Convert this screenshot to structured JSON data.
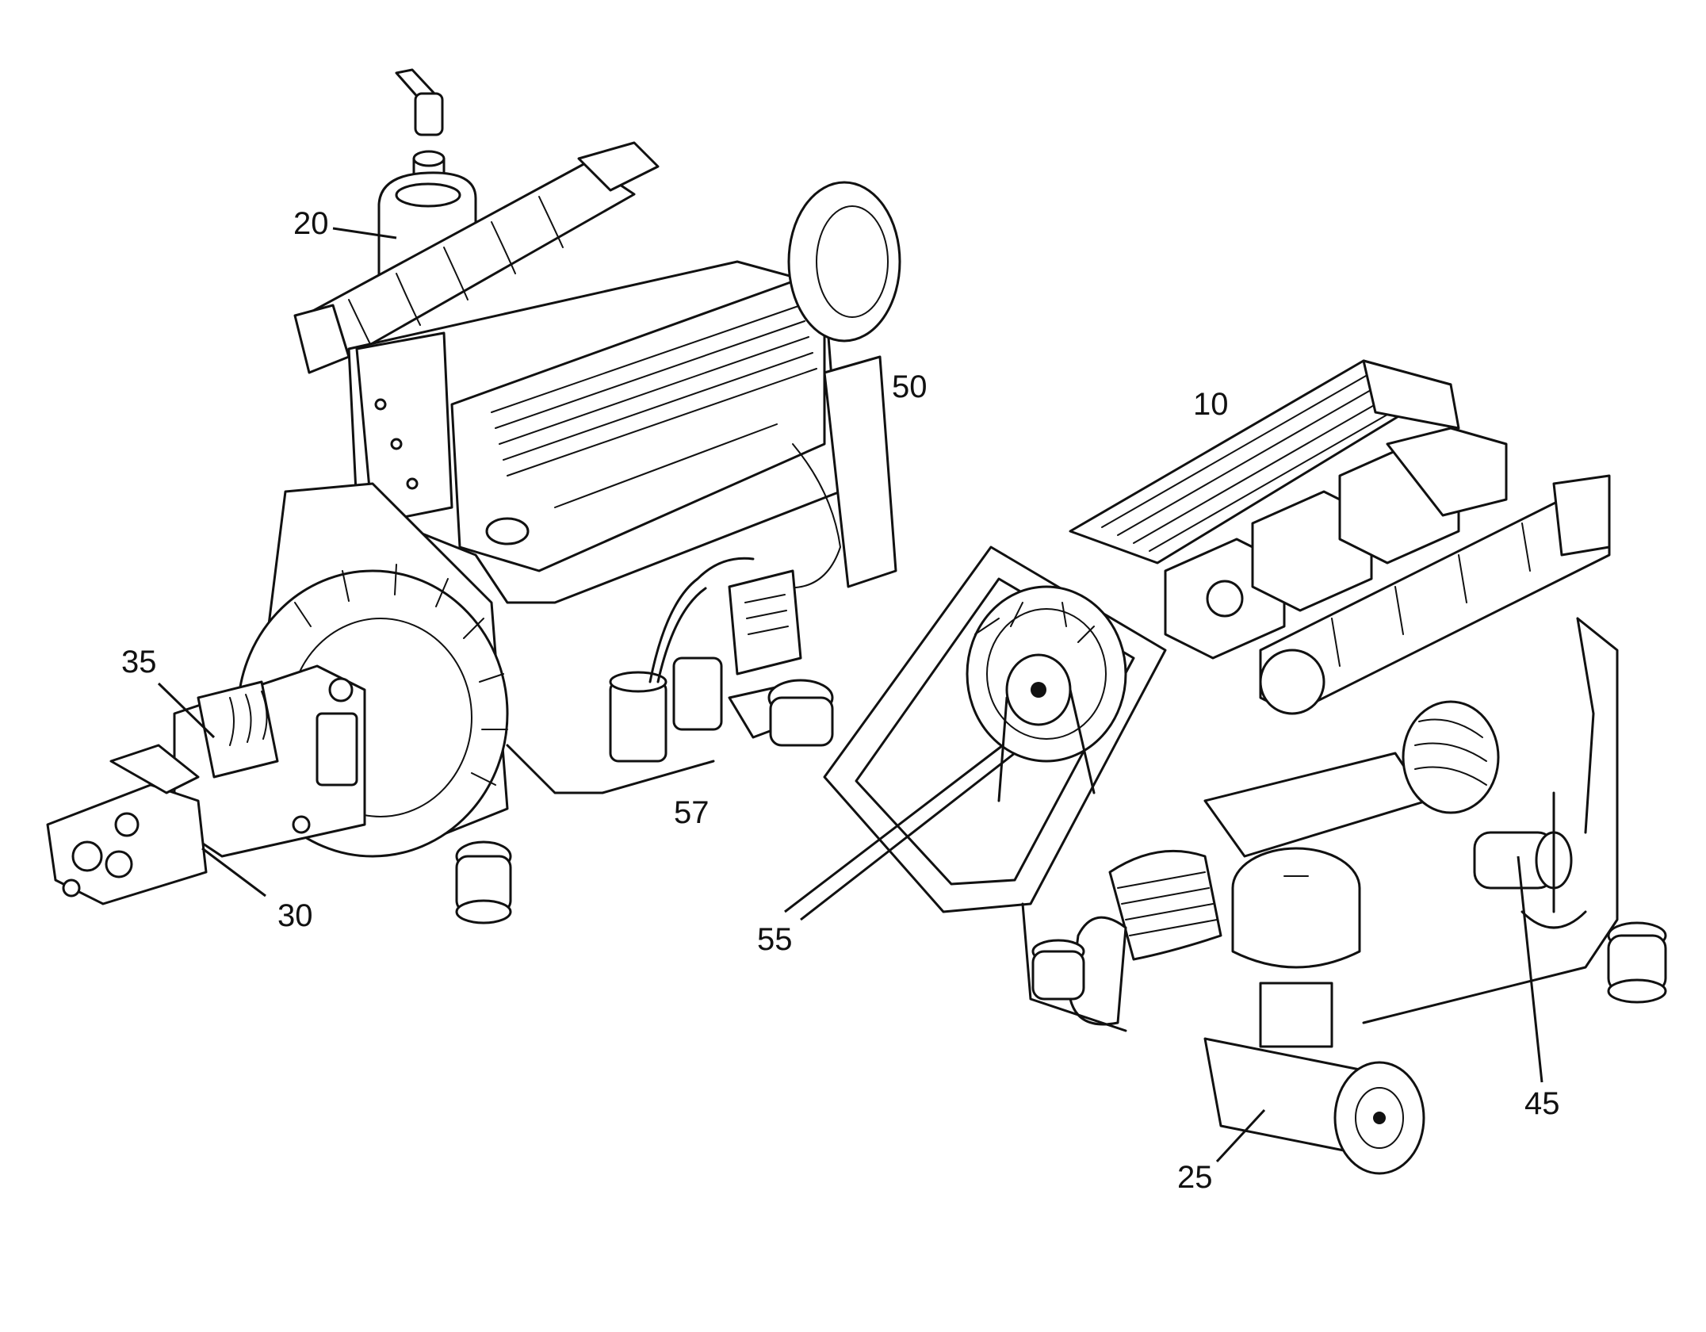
{
  "callouts": {
    "c10": "10",
    "c20": "20",
    "c25": "25",
    "c30": "30",
    "c35": "35",
    "c45": "45",
    "c50": "50",
    "c55": "55",
    "c57": "57"
  },
  "colors": {
    "ink": "#111111",
    "paper": "#ffffff"
  }
}
